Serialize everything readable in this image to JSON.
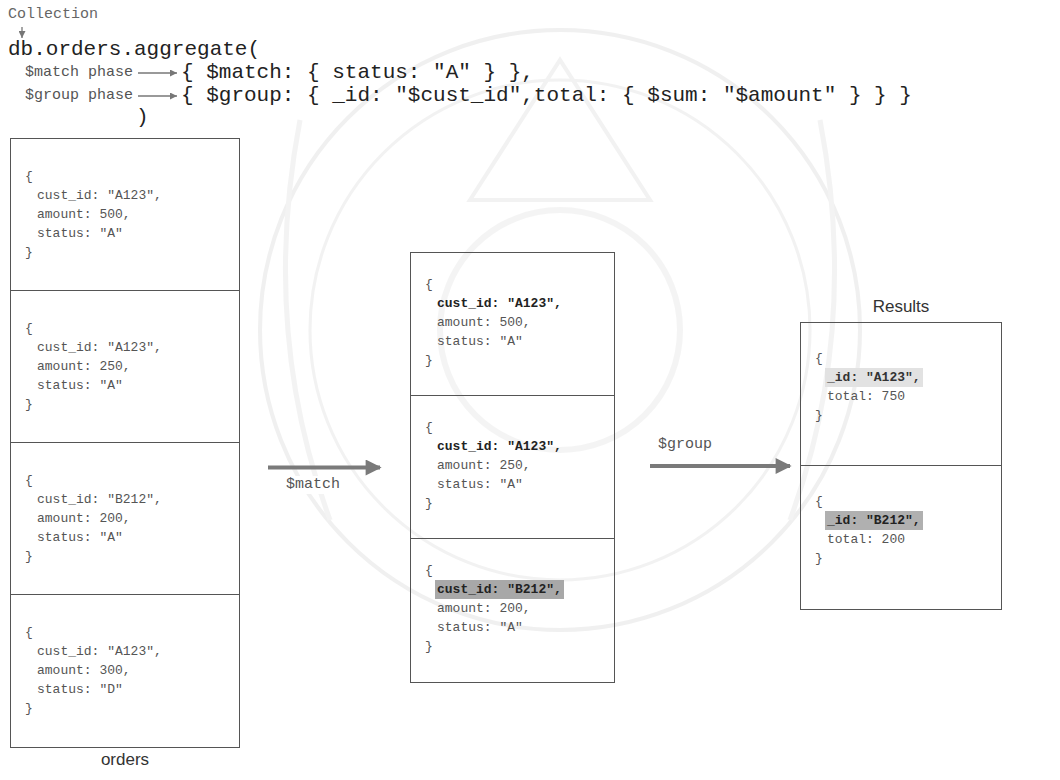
{
  "diagram": {
    "nodes": [
      {
        "text": [
          "orders"
        ]
      },
      {
        "text": [
          "{",
          "cust_id: \"A123\",",
          "amount: 500,",
          "status: \"A\"",
          "}"
        ],
        "in": 0
      },
      {
        "text": [
          "{",
          "cust_id: \"A123\",",
          "amount: 250,",
          "status: \"A\"",
          "}"
        ],
        "in": 0
      },
      {
        "text": [
          "{",
          "cust_id: \"B212\",",
          "amount: 200,",
          "status: \"A\"",
          "}"
        ],
        "in": 0
      },
      {
        "text": [
          "{",
          "cust_id: \"A123\",",
          "amount: 300,",
          "status: \"D\"",
          "}"
        ],
        "in": 0
      },
      {
        "text": []
      },
      {
        "text": [
          "{",
          "cust_id: \"A123\",",
          "amount: 500,",
          "status: \"A\"",
          "}"
        ],
        "in": 5
      },
      {
        "text": [
          "{",
          "cust_id: \"A123\",",
          "amount: 250,",
          "status: \"A\"",
          "}"
        ],
        "in": 5
      },
      {
        "text": [
          "{",
          "cust_id: \"B212\",",
          "amount: 200,",
          "status: \"A\"",
          "}"
        ],
        "in": 5
      },
      {
        "text": [
          "Results"
        ]
      },
      {
        "text": [
          "{",
          "_id: \"A123\",",
          "total: 750",
          "}"
        ],
        "in": 9
      },
      {
        "text": [
          "{",
          "_id: \"B212\",",
          "total: 200",
          "}"
        ],
        "in": 9
      }
    ],
    "edges": [
      {
        "from": 0,
        "to": 5,
        "arrow": "to",
        "label": "$match"
      },
      {
        "from": 5,
        "to": 9,
        "arrow": "to",
        "label": "$group"
      }
    ],
    "labels": [
      "Collection",
      "db.orders.aggregate(",
      "$match phase",
      "{ $match: { status: \"A\" } },",
      "$group phase",
      "{ $group: { _id: \"$cust_id\",total: { $sum: \"$amount\" } } }",
      ")"
    ]
  }
}
